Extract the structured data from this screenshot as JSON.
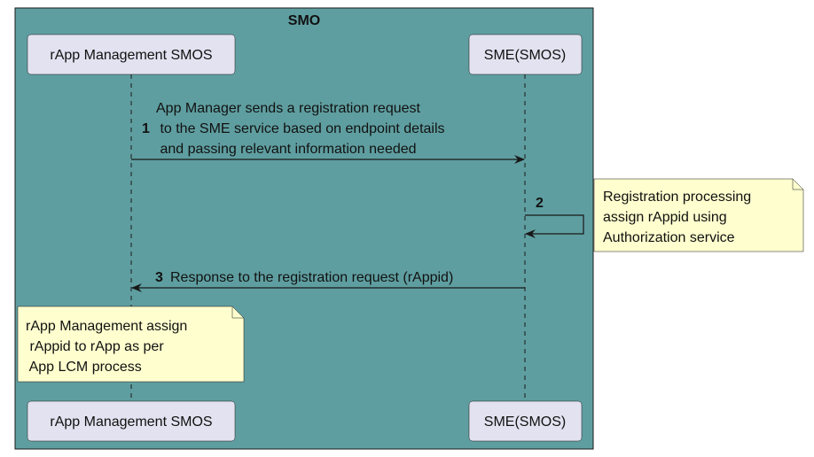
{
  "group": {
    "title": "SMO",
    "fill": "#5f9ea0"
  },
  "participants": [
    {
      "id": "rapp",
      "label": "rApp Management SMOS"
    },
    {
      "id": "sme",
      "label": "SME(SMOS)"
    }
  ],
  "messages": [
    {
      "number": "1",
      "from": "rapp",
      "to": "sme",
      "lines": [
        "App Manager sends a registration request",
        " to the SME service based on endpoint details",
        " and passing relevant information needed"
      ]
    },
    {
      "number": "2",
      "from": "sme",
      "to": "sme",
      "lines": []
    },
    {
      "number": "3",
      "from": "sme",
      "to": "rapp",
      "lines": [
        "Response to the registration request (rAppid)"
      ]
    }
  ],
  "notes": [
    {
      "attached_to": "sme",
      "lines": [
        "Registration processing",
        "assign rAppid using",
        "Authorization service"
      ]
    },
    {
      "attached_to": "rapp",
      "lines": [
        "rApp Management assign",
        " rAppid to rApp as per",
        " App LCM process"
      ]
    }
  ],
  "colors": {
    "participant_fill": "#e2e2f0",
    "note_fill": "#fefece",
    "line": "#181818"
  }
}
